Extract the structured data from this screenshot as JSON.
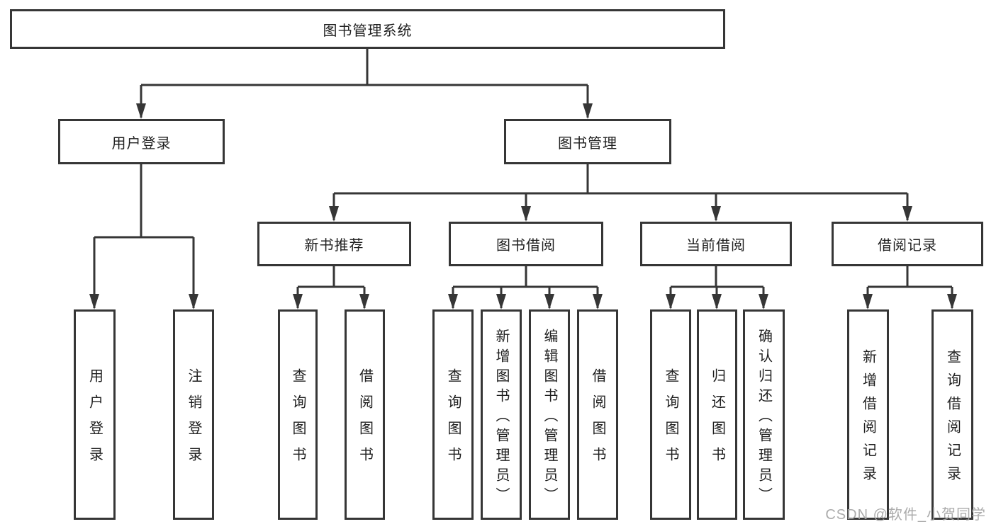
{
  "title": {
    "root": "图书管理系统"
  },
  "level2": {
    "user_login": "用户登录",
    "book_mgmt": "图书管理"
  },
  "level3": {
    "new_book_rec": "新书推荐",
    "book_borrow": "图书借阅",
    "current_borrow": "当前借阅",
    "borrow_record": "借阅记录"
  },
  "leaves": {
    "user_login": "用户登录",
    "logout": "注销登录",
    "rec_query_books": "查询图书",
    "rec_borrow_books": "借阅图书",
    "borrow_query_books": "查询图书",
    "borrow_add_books_admin": "新增图书（管理员）",
    "borrow_edit_books_admin": "编辑图书（管理员）",
    "borrow_borrow_books": "借阅图书",
    "current_query_books": "查询图书",
    "current_return_books": "归还图书",
    "current_confirm_return_admin": "确认归还（管理员）",
    "record_add_record": "新增借阅记录",
    "record_query_record": "查询借阅记录"
  },
  "watermark": "CSDN @软件_小贺同学",
  "colors": {
    "line": "#363636",
    "watermark": "#a4a4a4"
  }
}
